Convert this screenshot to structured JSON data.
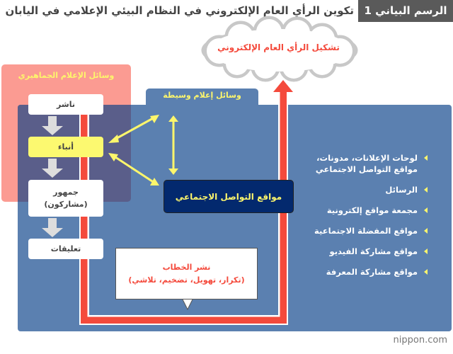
{
  "header": {
    "badge": "الرسم البياني 1",
    "title": "تكوين الرأي العام الإلكتروني في النظام البيئي الإعلامي في اليابان"
  },
  "cloud": {
    "label": "تشكيل الرأي العام الإلكتروني"
  },
  "mass_media": {
    "label": "وسائل الإعلام الجماهيري"
  },
  "intermediary_media": {
    "label": "وسائل إعلام وسيطة"
  },
  "flow": {
    "publisher": "ناشر",
    "news": "أنباء",
    "audience_line1": "جمهور",
    "audience_line2": "(مشاركون)",
    "comments": "تعليقات"
  },
  "social_media": {
    "label": "مواقع التواصل الاجتماعي"
  },
  "speech": {
    "line1": "نشر الخطاب",
    "line2": "(تكرار، تهويل، تضخيم، تلاشي)"
  },
  "list": [
    "لوحات الإعلانات، مدونات، مواقع التواصل الاجتماعي",
    "الرسائل",
    "مجمعة مواقع إلكترونية",
    "مواقع المفضلة الاجتماعية",
    "مواقع مشاركة الفيديو",
    "مواقع مشاركة المعرفة"
  ],
  "logo": {
    "text": "nippon.com"
  },
  "colors": {
    "red": "#f44a3c",
    "yellow": "#fdf66c",
    "blue": "#5b80b0",
    "navy": "#03296e",
    "pink": "#fb9b92"
  }
}
